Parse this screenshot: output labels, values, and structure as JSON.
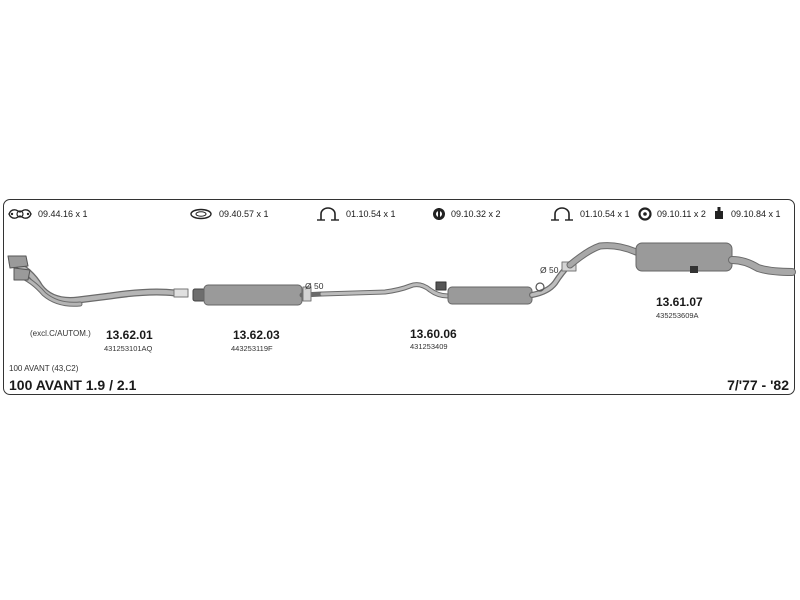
{
  "accessories": [
    {
      "code": "09.44.16 x 1",
      "icon": "gasket-icon"
    },
    {
      "code": "09.40.57 x 1",
      "icon": "ring-gasket-icon"
    },
    {
      "code": "01.10.54 x 1",
      "icon": "clamp-icon"
    },
    {
      "code": "09.10.32 x 2",
      "icon": "bolt-icon"
    },
    {
      "code": "01.10.54 x 1",
      "icon": "clamp-icon"
    },
    {
      "code": "09.10.11 x 2",
      "icon": "rubber-ring-icon"
    },
    {
      "code": "09.10.84 x 1",
      "icon": "rubber-hanger-icon"
    }
  ],
  "parts": [
    {
      "number": "13.62.01",
      "oe": "431253101AQ",
      "note": "(excl.C/AUTOM.)"
    },
    {
      "number": "13.62.03",
      "oe": "443253119F"
    },
    {
      "number": "13.60.06",
      "oe": "431253409"
    },
    {
      "number": "13.61.07",
      "oe": "435253609A"
    }
  ],
  "diameters": [
    "Ø 50",
    "Ø 50"
  ],
  "model_variant": "100 AVANT (43,C2)",
  "model_title": "100 AVANT 1.9 / 2.1",
  "year_range": "7/'77 - '82",
  "colors": {
    "pipe": "#9a9a9a",
    "pipe_edge": "#6b6b6b",
    "frame": "#333333"
  }
}
